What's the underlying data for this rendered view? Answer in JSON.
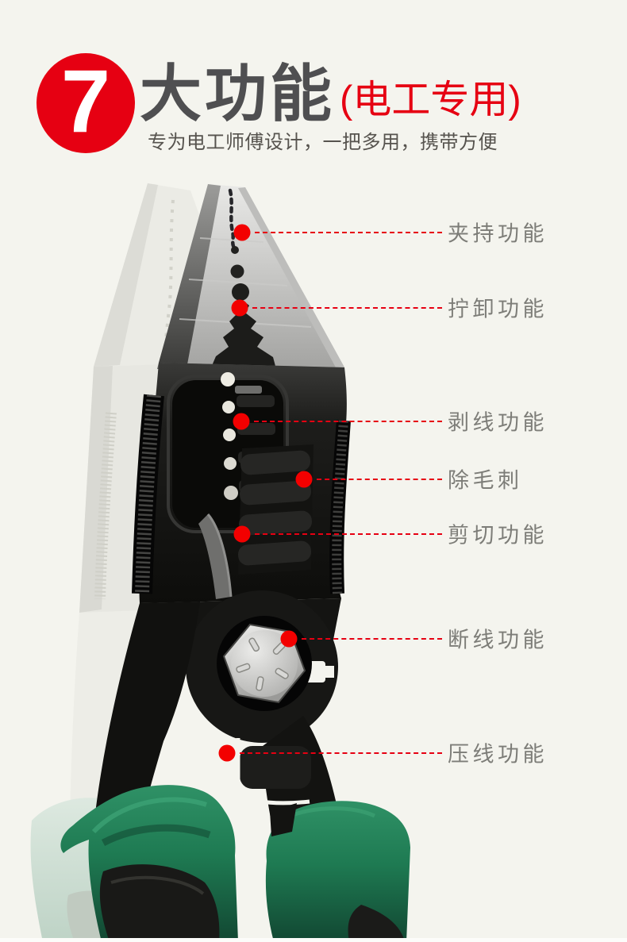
{
  "header": {
    "count": "7",
    "title_main": "大功能",
    "title_paren": "(电工专用)",
    "subtitle": "专为电工师傅设计，一把多用，携带方便"
  },
  "colors": {
    "background": "#f4f4ee",
    "accent_red": "#e60012",
    "dot_red": "#f30000",
    "title_gray": "#4f4f51",
    "label_gray": "#7d7d78",
    "handle_green": "#1e7a52",
    "body_black": "#161614",
    "metal_silver": "#c9c9c7"
  },
  "product": {
    "name": "multi-function electrician pliers",
    "parts": [
      "long-nose-jaws",
      "gripping-holes",
      "wire-stripper",
      "crimping-teeth",
      "hex-pivot-bolt",
      "green-rubber-handles"
    ]
  },
  "annotations": [
    {
      "label": "夹持功能"
    },
    {
      "label": "拧卸功能"
    },
    {
      "label": "剥线功能"
    },
    {
      "label": "除毛刺"
    },
    {
      "label": "剪切功能"
    },
    {
      "label": "断线功能"
    },
    {
      "label": "压线功能"
    }
  ]
}
